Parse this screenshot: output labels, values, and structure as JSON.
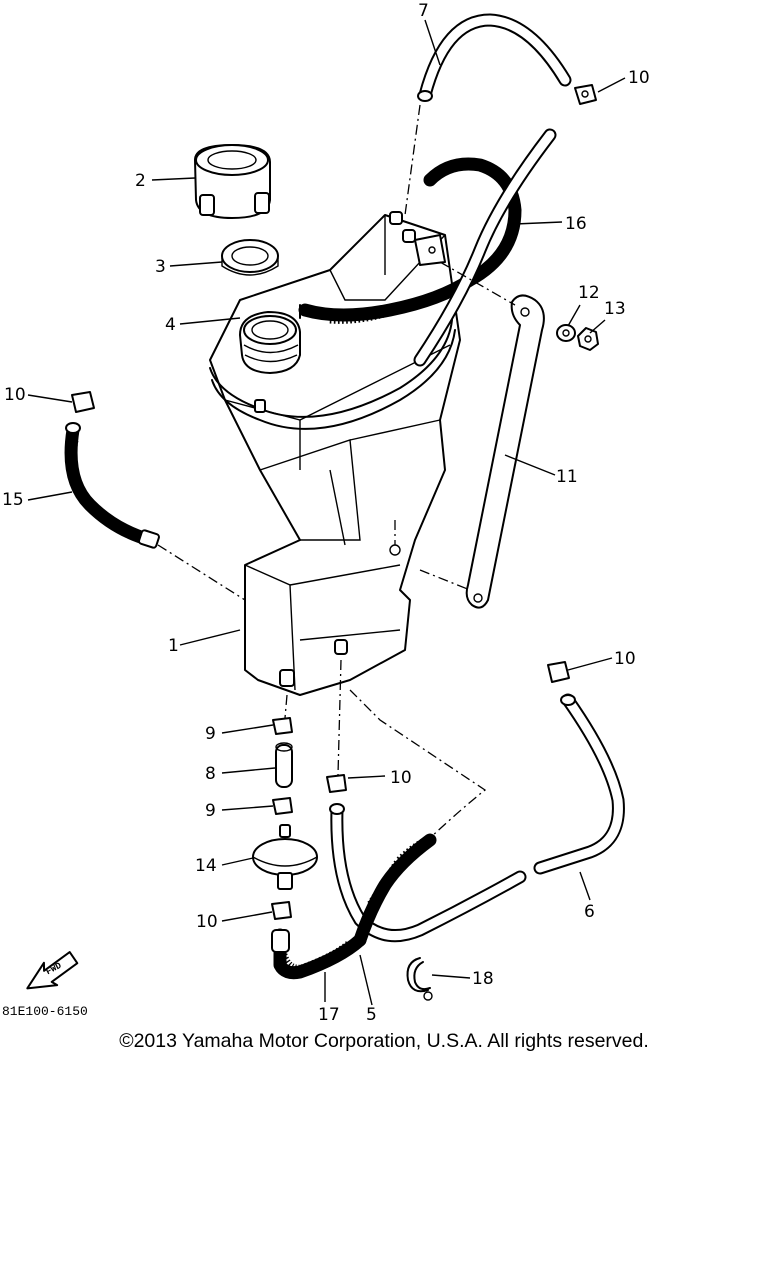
{
  "diagram": {
    "callouts": [
      "1",
      "2",
      "3",
      "4",
      "5",
      "6",
      "7",
      "8",
      "9",
      "9",
      "10",
      "10",
      "10",
      "10",
      "10",
      "11",
      "12",
      "13",
      "14",
      "15",
      "16",
      "17",
      "18"
    ],
    "drawing_code": "81E100-6150",
    "arrow_label": "FWD"
  },
  "footer": {
    "copyright": "©2013 Yamaha Motor Corporation, U.S.A. All rights reserved."
  }
}
